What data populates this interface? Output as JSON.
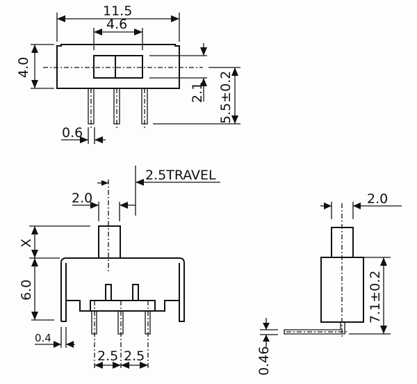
{
  "top_view": {
    "width": "11.5",
    "slider_width": "4.6",
    "height": "4.0",
    "slider_height": "2.1",
    "pin_length": "5.5±0.2",
    "pin_width": "0.6"
  },
  "front_view": {
    "actuator_width": "2.0",
    "travel": "2.5TRAVEL",
    "actuator_height": "X",
    "body_height": "6.0",
    "leg_thickness": "0.4",
    "pitch_left": "2.5",
    "pitch_right": "2.5"
  },
  "side_view": {
    "actuator_width": "2.0",
    "body_height": "7.1±0.2",
    "lead_thickness": "0.46"
  }
}
